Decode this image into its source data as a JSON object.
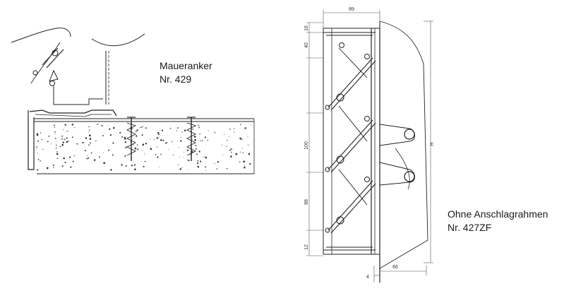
{
  "left_caption": {
    "line1": "Maueranker",
    "line2": "Nr. 429"
  },
  "right_caption": {
    "line1": "Ohne Anschlagrahmen",
    "line2": "Nr. 427ZF"
  },
  "dimensions": {
    "top_width": "89",
    "d16": "16",
    "d40": "40",
    "d100": "100",
    "d88": "88",
    "d12": "12",
    "height": "H",
    "bottom_gap": "4",
    "bottom_width": "66"
  }
}
